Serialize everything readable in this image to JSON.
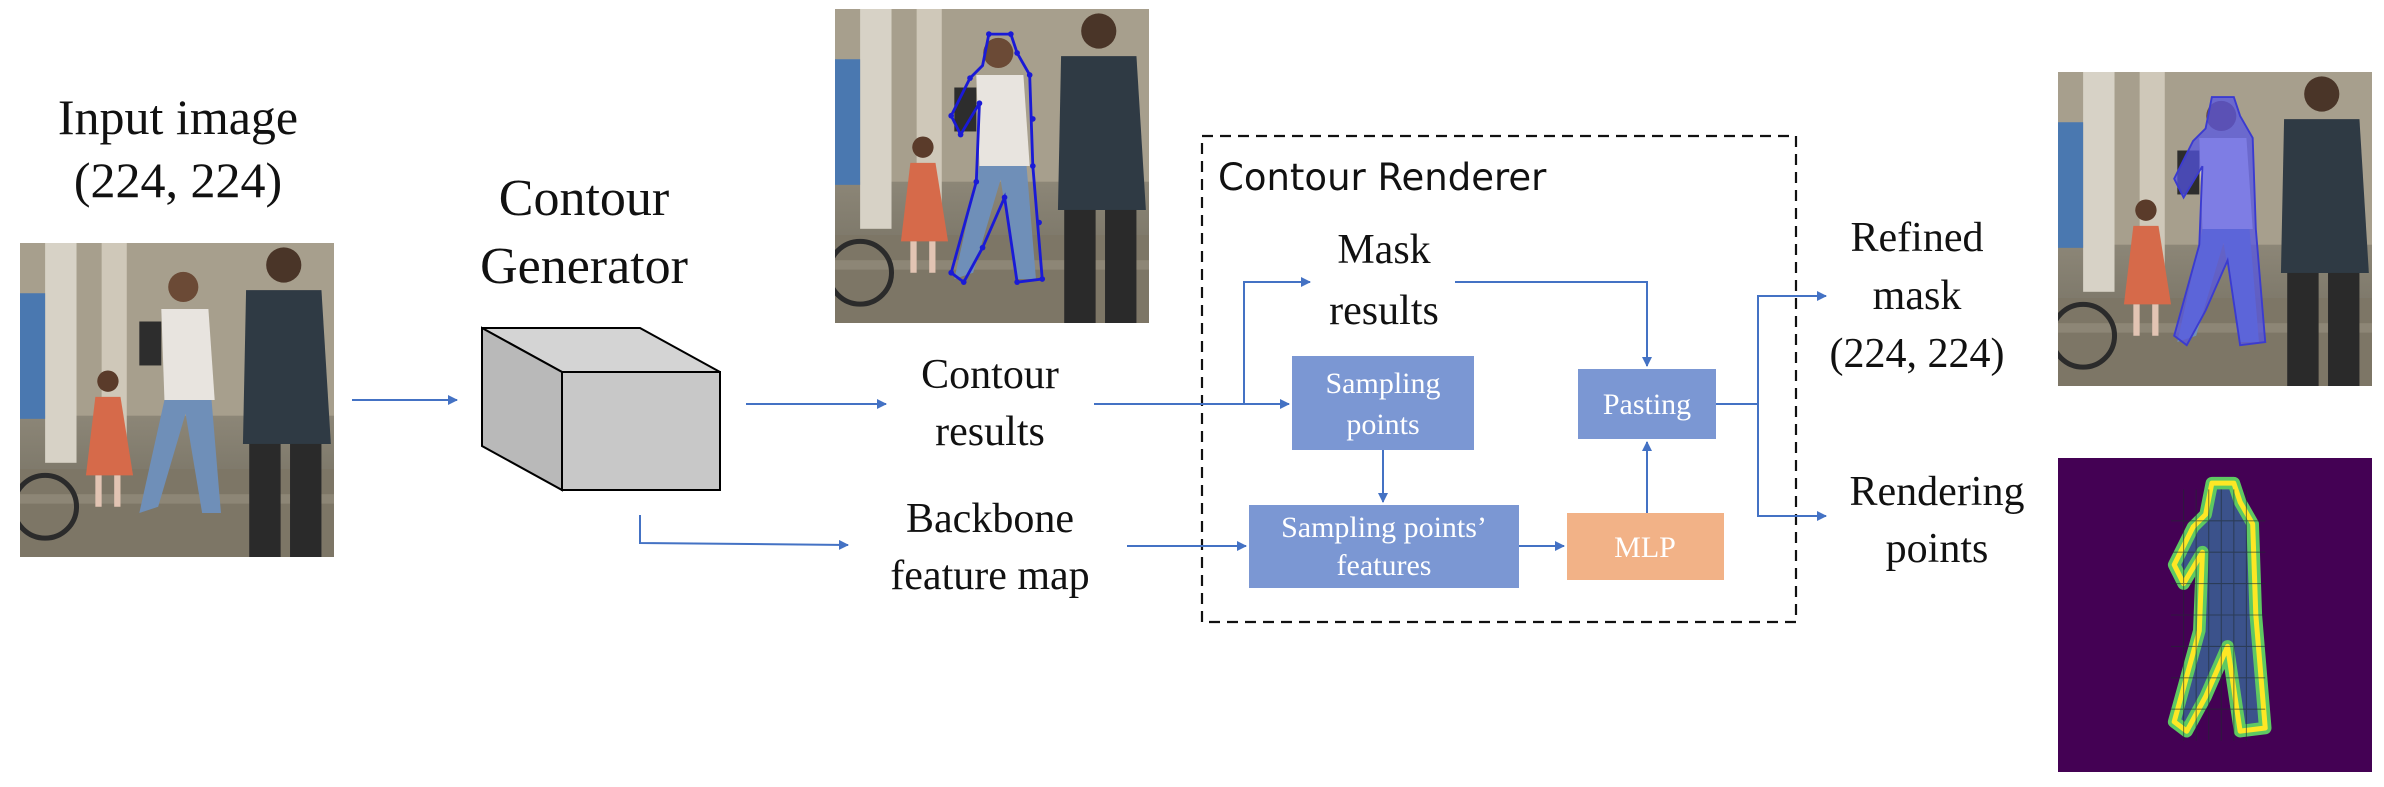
{
  "input": {
    "line1": "Input image",
    "line2": "(224, 224)"
  },
  "generator": {
    "line1": "Contour",
    "line2": "Generator"
  },
  "contour_results": {
    "line1": "Contour",
    "line2": "results"
  },
  "backbone": {
    "line1": "Backbone",
    "line2": "feature map"
  },
  "renderer": {
    "title": "Contour Renderer"
  },
  "mask_results": {
    "line1": "Mask",
    "line2": "results"
  },
  "sampling_points": {
    "line1": "Sampling",
    "line2": "points"
  },
  "sampling_features": {
    "line1": "Sampling points’",
    "line2": "features"
  },
  "pasting": {
    "label": "Pasting"
  },
  "mlp": {
    "label": "MLP"
  },
  "refined": {
    "line1": "Refined",
    "line2": "mask",
    "line3": "(224, 224)"
  },
  "rendering": {
    "line1": "Rendering",
    "line2": "points"
  },
  "colors": {
    "box_blue": "#7b97d3",
    "box_orange": "#f2b287",
    "arrow": "#4472c4",
    "cube": "#c8c8c8"
  }
}
